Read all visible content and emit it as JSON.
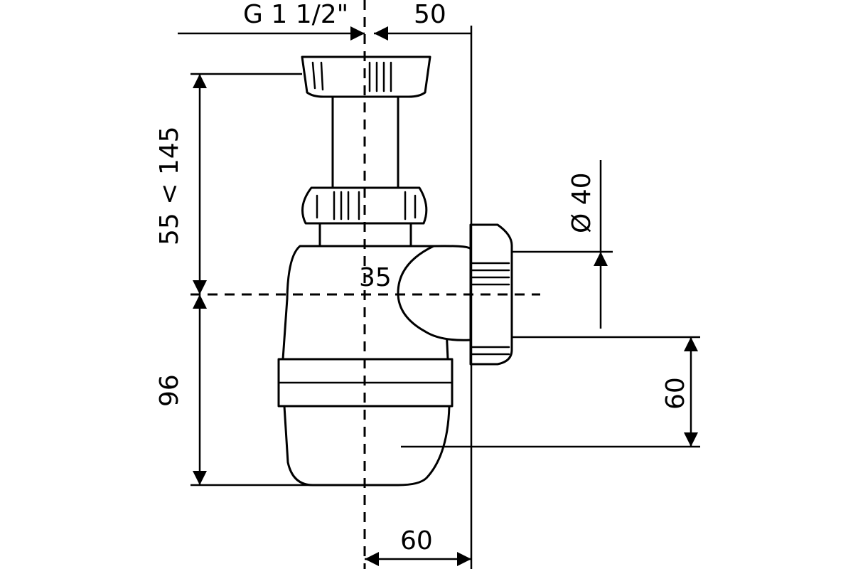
{
  "dimensions": {
    "thread": "G 1 1/2\"",
    "top_offset": "50",
    "height_range": "55 < 145",
    "outlet_diameter": "Ø 40",
    "outlet_bend": "35",
    "body_height": "96",
    "outlet_drop": "60",
    "bottom_offset": "60"
  },
  "colors": {
    "line": "#000000",
    "background": "#ffffff"
  }
}
